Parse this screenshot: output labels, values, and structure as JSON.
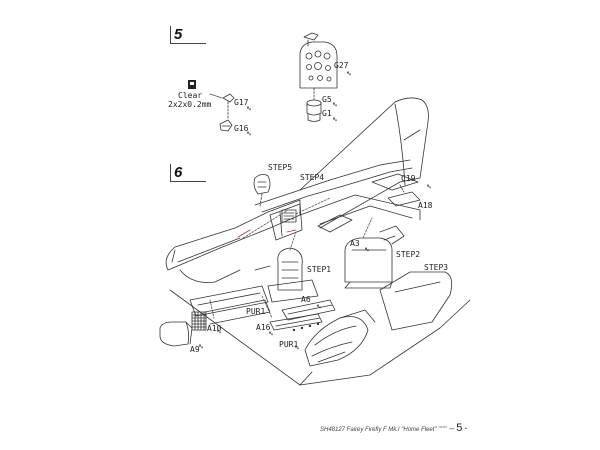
{
  "steps": {
    "step5_number": "5",
    "step6_number": "6"
  },
  "labels": {
    "clear": "Clear",
    "clear_size": "2x2x0.2mm",
    "g27": "G27",
    "g5": "G5",
    "g1": "G1",
    "g17": "G17",
    "g16": "G16",
    "step5_ref": "STEP5",
    "step4_ref": "STEP4",
    "c19": "C19",
    "a18": "A18",
    "a3": "A3",
    "step2_ref": "STEP2",
    "step1_ref": "STEP1",
    "step3_ref": "STEP3",
    "a6": "A6",
    "pur1_upper": "PUR1",
    "a16": "A16",
    "a10": "A10",
    "pur1_lower": "PUR1",
    "a9": "A9"
  },
  "footer": {
    "text": "SH48127  Fairey Firefly F Mk.I \"Home Fleet\"",
    "sub": "www",
    "dash": "–",
    "page": "5",
    "trail": "-"
  },
  "colors": {
    "line": "#333333",
    "paper": "#ffffff"
  }
}
